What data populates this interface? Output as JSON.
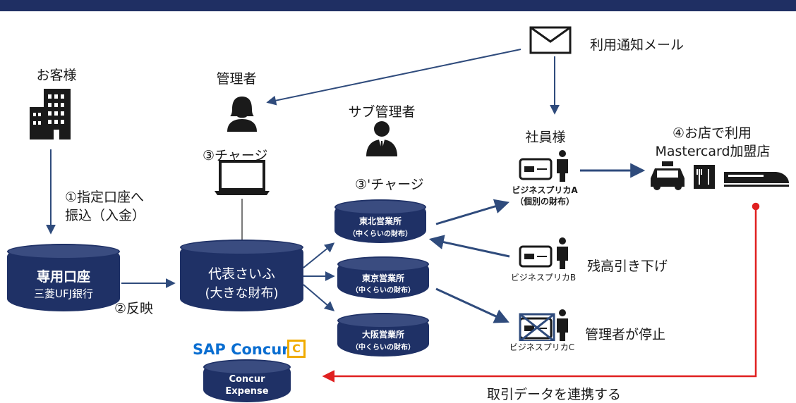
{
  "title_bar_color": "#1f2f63",
  "colors": {
    "navy": "#1f3166",
    "arrow": "#2f4b7c",
    "red": "#e02020",
    "sap_blue": "#0a6ed1",
    "concur_gold": "#f0ab00"
  },
  "labels": {
    "customer": "お客様",
    "admin": "管理者",
    "sub_admin": "サブ管理者",
    "mail": "利用通知メール",
    "employee": "社員様",
    "use_store_1": "④お店で利用",
    "use_store_2": "Mastercard加盟店",
    "step1_line1": "①指定口座へ",
    "step1_line2": "振込（入金）",
    "step2": "②反映",
    "step3": "③チャージ",
    "step3b": "③'チャージ",
    "card_a_1": "ビジネスプリカA",
    "card_a_2": "（個別の財布）",
    "card_b": "ビジネスプリカB",
    "card_c": "ビジネスプリカC",
    "balance_down": "残高引き下げ",
    "admin_stop": "管理者が停止",
    "data_link": "取引データを連携する",
    "sap_concur": "SAP Concur",
    "concur_c": "C"
  },
  "cylinders": {
    "account": {
      "line1": "専用口座",
      "line2": "三菱UFJ銀行"
    },
    "main_wallet": {
      "line1": "代表さいふ",
      "line2": "(大きな財布)"
    },
    "tohoku": {
      "line1": "東北営業所",
      "line2": "（中くらいの財布）"
    },
    "tokyo": {
      "line1": "東京営業所",
      "line2": "（中くらいの財布）"
    },
    "osaka": {
      "line1": "大阪営業所",
      "line2": "（中くらいの財布）"
    },
    "concur": {
      "line1": "Concur",
      "line2": "Expense"
    }
  },
  "icons": [
    "building-icon",
    "admin-person-icon",
    "sub-admin-person-icon",
    "laptop-icon",
    "mail-icon",
    "card-person-icon",
    "taxi-icon",
    "restaurant-icon",
    "train-icon"
  ]
}
